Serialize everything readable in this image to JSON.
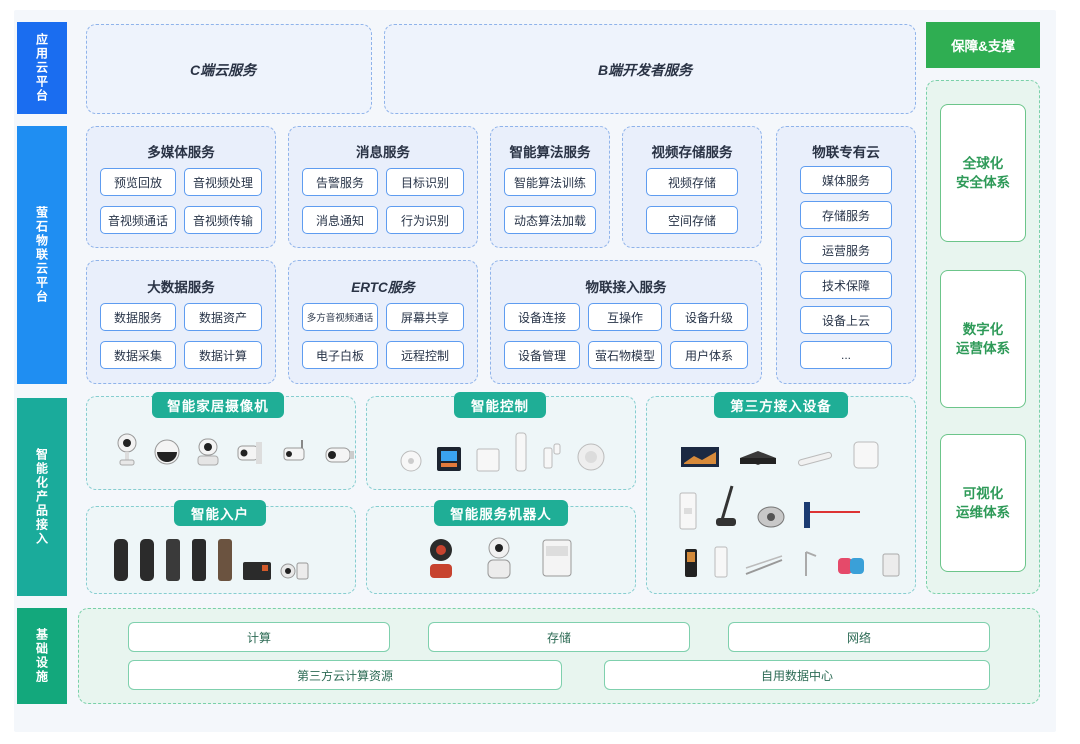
{
  "layers": {
    "app": "应用云平台",
    "iot": "萤石物联云平台",
    "product": "智能化产品接入",
    "infra": "基础设施"
  },
  "app_layer": {
    "c_cloud": "C端云服务",
    "b_dev": "B端开发者服务"
  },
  "services": {
    "multimedia": {
      "title": "多媒体服务",
      "items": [
        "预览回放",
        "音视频处理",
        "音视频通话",
        "音视频传输"
      ]
    },
    "message": {
      "title": "消息服务",
      "items": [
        "告警服务",
        "目标识别",
        "消息通知",
        "行为识别"
      ]
    },
    "algorithm": {
      "title": "智能算法服务",
      "items": [
        "智能算法训练",
        "动态算法加载"
      ]
    },
    "video_storage": {
      "title": "视频存储服务",
      "items": [
        "视频存储",
        "空间存储"
      ]
    },
    "private_cloud": {
      "title": "物联专有云",
      "items": [
        "媒体服务",
        "存储服务",
        "运营服务",
        "技术保障",
        "设备上云",
        "..."
      ]
    },
    "bigdata": {
      "title": "大数据服务",
      "items": [
        "数据服务",
        "数据资产",
        "数据采集",
        "数据计算"
      ]
    },
    "ertc": {
      "title": "ERTC服务",
      "items": [
        "多方音视频通话",
        "屏幕共享",
        "电子白板",
        "远程控制"
      ]
    },
    "iot_access": {
      "title": "物联接入服务",
      "items": [
        "设备连接",
        "互操作",
        "设备升级",
        "设备管理",
        "萤石物模型",
        "用户体系"
      ]
    }
  },
  "products": {
    "home_camera": "智能家居摄像机",
    "smart_control": "智能控制",
    "third_party": "第三方接入设备",
    "smart_entry": "智能入户",
    "service_robot": "智能服务机器人"
  },
  "infrastructure": {
    "items": [
      "计算",
      "存储",
      "网络",
      "第三方云计算资源",
      "自用数据中心"
    ]
  },
  "support": {
    "title": "保障&支撑",
    "items": [
      "全球化\n安全体系",
      "数字化\n运营体系",
      "可视化\n运维体系"
    ]
  },
  "colors": {
    "app_layer": "#1a6df0",
    "iot_layer": "#1f8ef2",
    "product_layer": "#1aab9b",
    "infra_layer": "#13a87c",
    "support": "#2fae52"
  }
}
